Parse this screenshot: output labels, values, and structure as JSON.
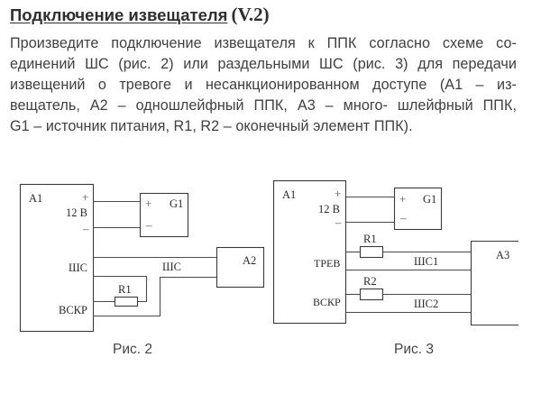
{
  "section": {
    "title": "Подключение извещателя",
    "version": "(V.2)",
    "paragraph_lines": [
      "Произведите подключение извещателя к ППК согласно схеме со-",
      "единений ШС (рис. 2) или раздельными ШС (рис. 3) для передачи",
      "извещений о тревоге и несанкционированном доступе  (А1 – из-",
      "вещатель, А2 – одношлейфный ППК, А3 – много- шлейфный ППК,",
      "G1 – источник питания, R1, R2 – оконечный элемент ППК)."
    ]
  },
  "figure2": {
    "caption": "Рис. 2",
    "a1_label": "A1",
    "plus": "+",
    "voltage": "12 В",
    "minus": "–",
    "loop_label": "ШС",
    "tamper_label": "ВСКР",
    "resistor_label": "R1",
    "g1_label": "G1",
    "g1_plus": "+",
    "g1_minus": "–",
    "a2_label": "A2",
    "wire_label": "ШС"
  },
  "figure3": {
    "caption": "Рис. 3",
    "a1_label": "A1",
    "plus": "+",
    "voltage": "12 В",
    "minus": "–",
    "alarm_label": "ТРЕВ",
    "tamper_label": "ВСКР",
    "r1_label": "R1",
    "r2_label": "R2",
    "g1_label": "G1",
    "g1_plus": "+",
    "g1_minus": "–",
    "a3_label": "A3",
    "loop1_label": "ШС1",
    "loop2_label": "ШС2"
  }
}
